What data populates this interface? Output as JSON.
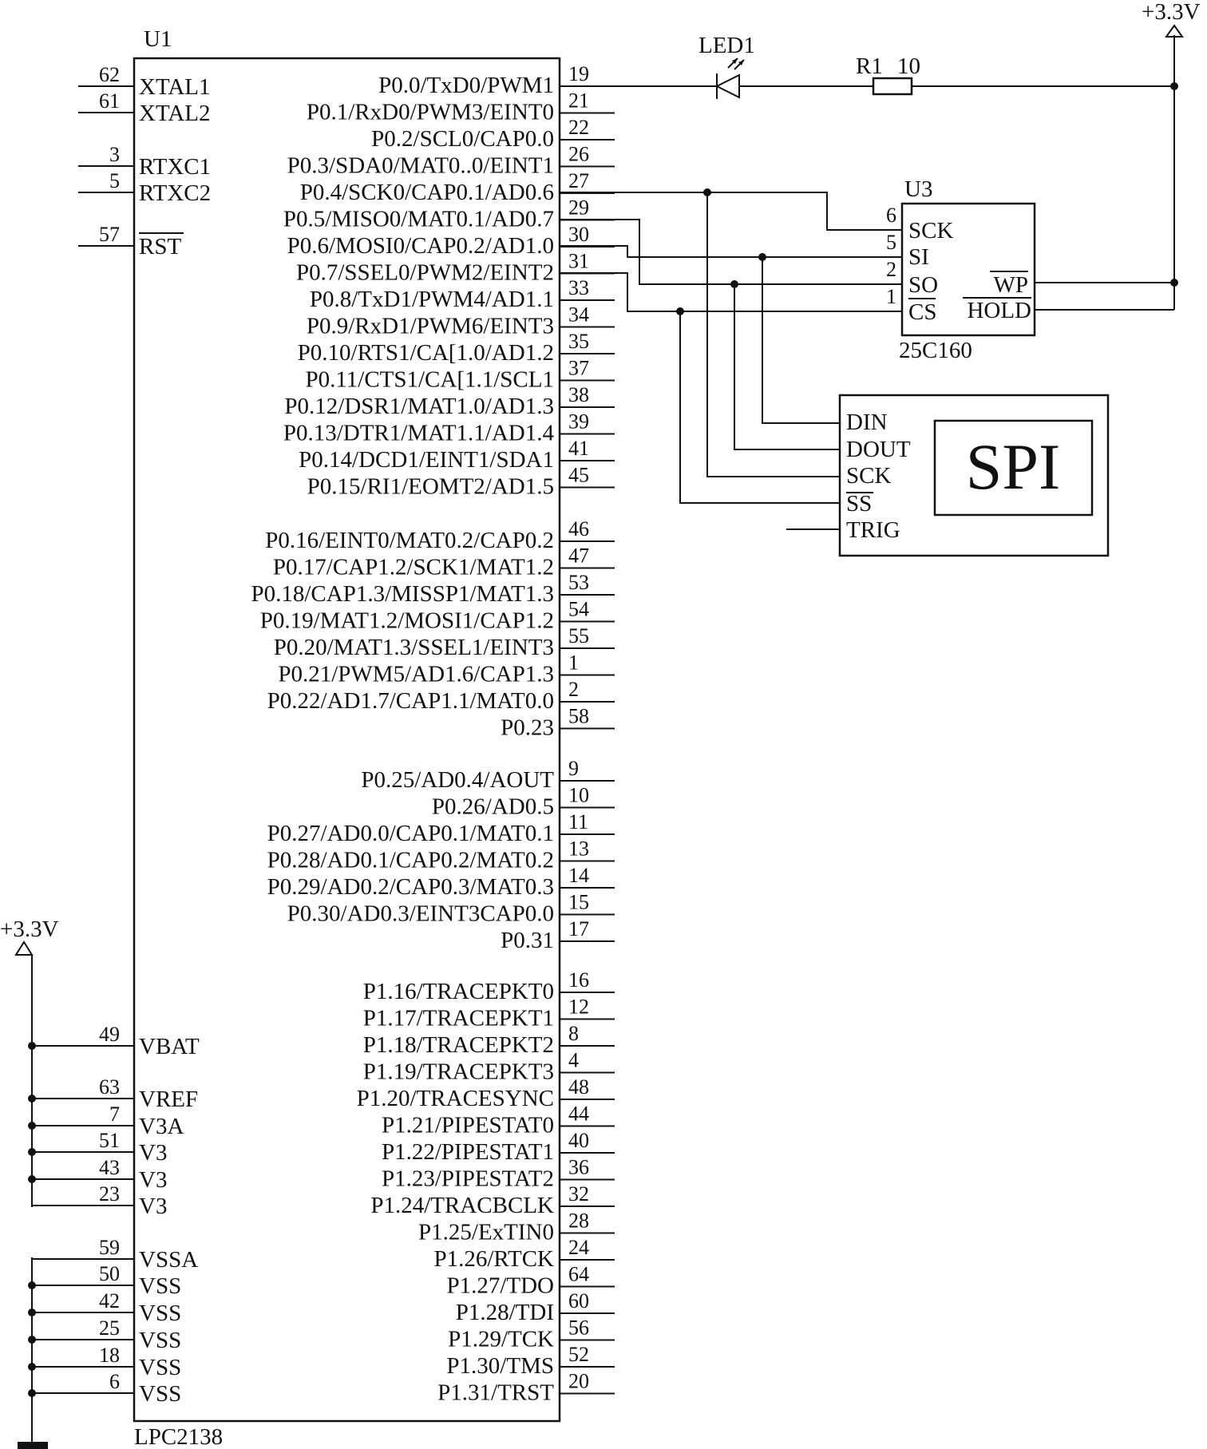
{
  "u1": {
    "ref": "U1",
    "part": "LPC2138",
    "left_pins": [
      {
        "num": "62",
        "name": "XTAL1"
      },
      {
        "num": "61",
        "name": "XTAL2"
      },
      {
        "num": "3",
        "name": "RTXC1"
      },
      {
        "num": "5",
        "name": "RTXC2"
      },
      {
        "num": "57",
        "name": "RST"
      },
      {
        "num": "49",
        "name": "VBAT"
      },
      {
        "num": "63",
        "name": "VREF"
      },
      {
        "num": "7",
        "name": "V3A"
      },
      {
        "num": "51",
        "name": "V3"
      },
      {
        "num": "43",
        "name": "V3"
      },
      {
        "num": "23",
        "name": "V3"
      },
      {
        "num": "59",
        "name": "VSSA"
      },
      {
        "num": "50",
        "name": "VSS"
      },
      {
        "num": "42",
        "name": "VSS"
      },
      {
        "num": "25",
        "name": "VSS"
      },
      {
        "num": "18",
        "name": "VSS"
      },
      {
        "num": "6",
        "name": "VSS"
      }
    ],
    "right_pins": [
      {
        "num": "19",
        "name": "P0.0/TxD0/PWM1"
      },
      {
        "num": "21",
        "name": "P0.1/RxD0/PWM3/EINT0"
      },
      {
        "num": "22",
        "name": "P0.2/SCL0/CAP0.0"
      },
      {
        "num": "26",
        "name": "P0.3/SDA0/MAT0..0/EINT1"
      },
      {
        "num": "27",
        "name": "P0.4/SCK0/CAP0.1/AD0.6"
      },
      {
        "num": "29",
        "name": "P0.5/MISO0/MAT0.1/AD0.7"
      },
      {
        "num": "30",
        "name": "P0.6/MOSI0/CAP0.2/AD1.0"
      },
      {
        "num": "31",
        "name": "P0.7/SSEL0/PWM2/EINT2"
      },
      {
        "num": "33",
        "name": "P0.8/TxD1/PWM4/AD1.1"
      },
      {
        "num": "34",
        "name": "P0.9/RxD1/PWM6/EINT3"
      },
      {
        "num": "35",
        "name": "P0.10/RTS1/CA[1.0/AD1.2"
      },
      {
        "num": "37",
        "name": "P0.11/CTS1/CA[1.1/SCL1"
      },
      {
        "num": "38",
        "name": "P0.12/DSR1/MAT1.0/AD1.3"
      },
      {
        "num": "39",
        "name": "P0.13/DTR1/MAT1.1/AD1.4"
      },
      {
        "num": "41",
        "name": "P0.14/DCD1/EINT1/SDA1"
      },
      {
        "num": "45",
        "name": "P0.15/RI1/EOMT2/AD1.5"
      },
      {
        "num": "46",
        "name": "P0.16/EINT0/MAT0.2/CAP0.2"
      },
      {
        "num": "47",
        "name": "P0.17/CAP1.2/SCK1/MAT1.2"
      },
      {
        "num": "53",
        "name": "P0.18/CAP1.3/MISSP1/MAT1.3"
      },
      {
        "num": "54",
        "name": "P0.19/MAT1.2/MOSI1/CAP1.2"
      },
      {
        "num": "55",
        "name": "P0.20/MAT1.3/SSEL1/EINT3"
      },
      {
        "num": "1",
        "name": "P0.21/PWM5/AD1.6/CAP1.3"
      },
      {
        "num": "2",
        "name": "P0.22/AD1.7/CAP1.1/MAT0.0"
      },
      {
        "num": "58",
        "name": "P0.23"
      },
      {
        "num": "9",
        "name": "P0.25/AD0.4/AOUT"
      },
      {
        "num": "10",
        "name": "P0.26/AD0.5"
      },
      {
        "num": "11",
        "name": "P0.27/AD0.0/CAP0.1/MAT0.1"
      },
      {
        "num": "13",
        "name": "P0.28/AD0.1/CAP0.2/MAT0.2"
      },
      {
        "num": "14",
        "name": "P0.29/AD0.2/CAP0.3/MAT0.3"
      },
      {
        "num": "15",
        "name": "P0.30/AD0.3/EINT3CAP0.0"
      },
      {
        "num": "17",
        "name": "P0.31"
      },
      {
        "num": "16",
        "name": "P1.16/TRACEPKT0"
      },
      {
        "num": "12",
        "name": "P1.17/TRACEPKT1"
      },
      {
        "num": "8",
        "name": "P1.18/TRACEPKT2"
      },
      {
        "num": "4",
        "name": "P1.19/TRACEPKT3"
      },
      {
        "num": "48",
        "name": "P1.20/TRACESYNC"
      },
      {
        "num": "44",
        "name": "P1.21/PIPESTAT0"
      },
      {
        "num": "40",
        "name": "P1.22/PIPESTAT1"
      },
      {
        "num": "36",
        "name": "P1.23/PIPESTAT2"
      },
      {
        "num": "32",
        "name": "P1.24/TRACBCLK"
      },
      {
        "num": "28",
        "name": "P1.25/ExTIN0"
      },
      {
        "num": "24",
        "name": "P1.26/RTCK"
      },
      {
        "num": "64",
        "name": "P1.27/TDO"
      },
      {
        "num": "60",
        "name": "P1.28/TDI"
      },
      {
        "num": "56",
        "name": "P1.29/TCK"
      },
      {
        "num": "52",
        "name": "P1.30/TMS"
      },
      {
        "num": "20",
        "name": "P1.31/TRST"
      }
    ]
  },
  "led": {
    "ref": "LED1"
  },
  "resistor": {
    "ref": "R1",
    "value": "10"
  },
  "power": {
    "top": "+3.3V",
    "left": "+3.3V"
  },
  "u3": {
    "ref": "U3",
    "part": "25C160",
    "pins": [
      {
        "num": "6",
        "name": "SCK"
      },
      {
        "num": "5",
        "name": "SI"
      },
      {
        "num": "2",
        "name": "SO"
      },
      {
        "num": "1",
        "name": "CS"
      }
    ],
    "right_labels": [
      "WP",
      "HOLD"
    ]
  },
  "spi": {
    "title": "SPI",
    "pins": [
      "DIN",
      "DOUT",
      "SCK",
      "SS",
      "TRIG"
    ]
  }
}
